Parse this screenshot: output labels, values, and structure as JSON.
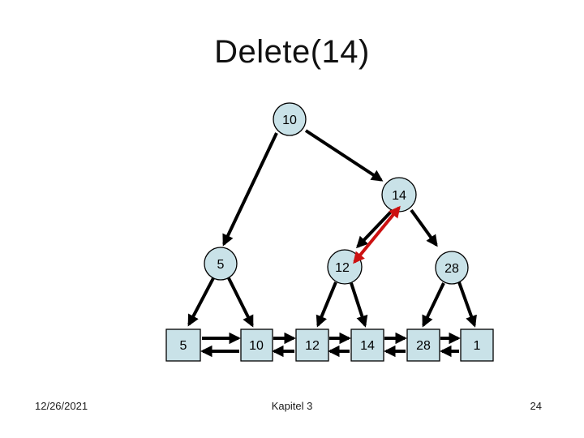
{
  "slide": {
    "title": "Delete(14)",
    "footer": {
      "date": "12/26/2021",
      "chapter": "Kapitel 3",
      "page_number": "24"
    }
  },
  "colors": {
    "background": "#ffffff",
    "node_fill": "#c9e2e8",
    "node_border": "#000000",
    "edge": "#000000",
    "highlight_arrow": "#cc1111",
    "text": "#000000"
  },
  "diagram": {
    "type": "binary search tree with doubly-linked leaf list",
    "operation": "Delete(14)",
    "internal_nodes": [
      {
        "label": "10"
      },
      {
        "label": "14"
      },
      {
        "label": "5"
      },
      {
        "label": "12"
      },
      {
        "label": "28"
      }
    ],
    "tree_edges": [
      {
        "from": "10",
        "to": "5"
      },
      {
        "from": "10",
        "to": "14"
      },
      {
        "from": "14",
        "to": "12"
      },
      {
        "from": "14",
        "to": "28"
      },
      {
        "from": "5",
        "to": "leaf-5"
      },
      {
        "from": "5",
        "to": "leaf-10"
      },
      {
        "from": "12",
        "to": "leaf-12"
      },
      {
        "from": "12",
        "to": "leaf-14"
      },
      {
        "from": "28",
        "to": "leaf-28"
      },
      {
        "from": "28",
        "to": "leaf-1"
      }
    ],
    "highlight_edge": {
      "from": "12",
      "to": "14",
      "style": "red double-headed arrow"
    },
    "leaf_nodes": [
      {
        "label": "5"
      },
      {
        "label": "10"
      },
      {
        "label": "12"
      },
      {
        "label": "14"
      },
      {
        "label": "28"
      },
      {
        "label": "1"
      }
    ],
    "leaf_links": "forward and backward arrows between adjacent leaves"
  }
}
